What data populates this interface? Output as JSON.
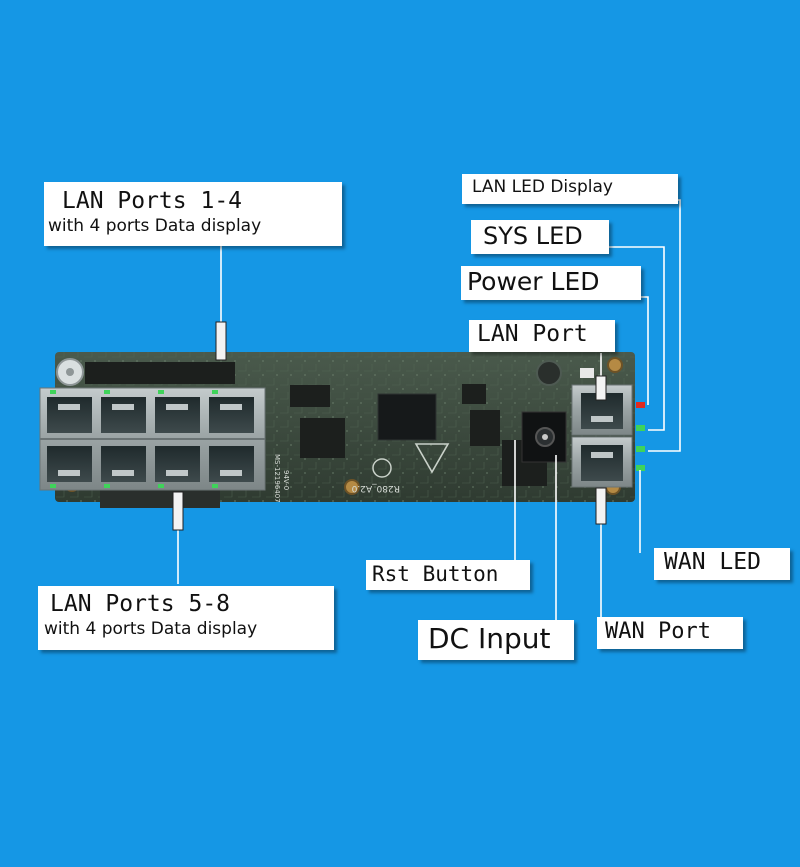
{
  "labels": {
    "lan_1_4_title": "LAN Ports 1-4",
    "lan_1_4_sub": "with 4 ports Data display",
    "lan_5_8_title": "LAN Ports 5-8",
    "lan_5_8_sub": "with 4 ports Data display",
    "lan_led_display": "LAN LED Display",
    "sys_led": "SYS LED",
    "power_led": "Power LED",
    "lan_port": "LAN Port",
    "rst_button": "Rst Button",
    "dc_input": "DC Input",
    "wan_port": "WAN Port",
    "wan_led": "WAN LED"
  },
  "board": {
    "silkscreen_model": "R280_A2.0",
    "silkscreen_code": "MS-12196407",
    "silkscreen_rating": "94V-0"
  },
  "colors": {
    "background": "#1597e5",
    "pcb": "#3c4a3e",
    "port_metal": "#9aa3a4",
    "led_red": "#e02a1f",
    "led_green": "#3fd35a",
    "callout": "#ffffff"
  }
}
